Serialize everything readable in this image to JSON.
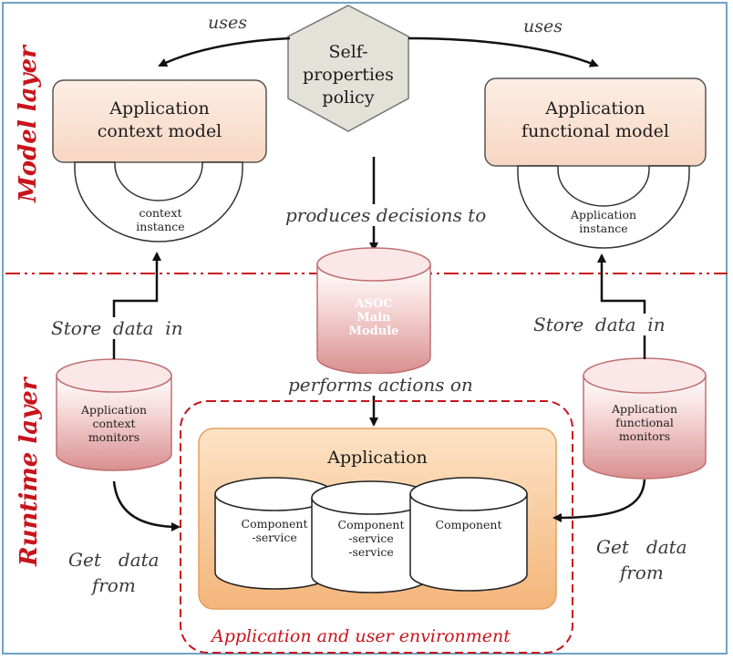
{
  "layers": {
    "model": "Model layer",
    "runtime": "Runtime layer"
  },
  "policy": {
    "text": "Self-\nproperties\npolicy"
  },
  "context_model": {
    "title": "Application\ncontext model",
    "instance": "context\ninstance"
  },
  "functional_model": {
    "title": "Application\nfunctional model",
    "instance": "Application\ninstance"
  },
  "asoc": {
    "text": "ASOC\nMain\nModule"
  },
  "context_monitors": {
    "text": "Application\ncontext\nmonitors"
  },
  "functional_monitors": {
    "text": "Application\nfunctional\nmonitors"
  },
  "application": {
    "title": "Application",
    "components": [
      "Component\n-service",
      "Component\n-service\n-service",
      "Component"
    ]
  },
  "environment": {
    "label": "Application and user environment"
  },
  "edge_labels": {
    "uses_left": "uses",
    "uses_right": "uses",
    "produces": "produces decisions to",
    "performs": "performs actions on",
    "store_left": "Store  data  in",
    "store_right": "Store  data  in",
    "get_left": "Get   data\nfrom",
    "get_right": "Get   data\nfrom"
  },
  "colors": {
    "layer_red": "#c8141c",
    "box_fill": "#fbe4d5",
    "hex_fill": "#e3e3d9",
    "cyl_pink": "#f3c6c6",
    "app_orange": "#f6c28e",
    "frame_blue": "#6fa2c6"
  }
}
